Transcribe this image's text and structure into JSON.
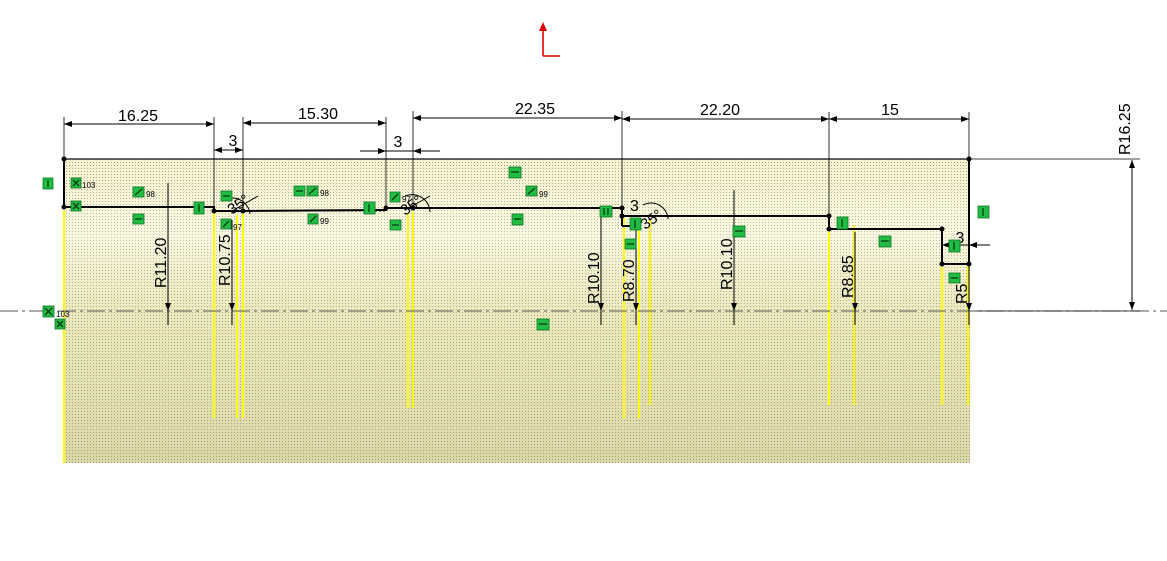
{
  "sketch": {
    "colors": {
      "background": "#ffffff",
      "profile": "#000000",
      "dimension": "#000000",
      "relation_badge": "#22bb44",
      "revolve_hatch": "#f3f0c8",
      "silhouette": "#ffff00",
      "origin": "#e00000"
    },
    "linear_dimensions": [
      "16.25",
      "3",
      "15.30",
      "3",
      "22.35",
      "22.20",
      "15",
      "3",
      "3"
    ],
    "radial_dimensions": [
      "R16.25",
      "R11.20",
      "R10.75",
      "R10.10",
      "R8.70",
      "R10.10",
      "R8.85",
      "R5"
    ],
    "angle_dimensions": [
      "35°",
      "35°",
      "35°"
    ],
    "relation_tags": [
      "103",
      "98",
      "97",
      "98",
      "99",
      "97",
      "99",
      "103"
    ]
  }
}
